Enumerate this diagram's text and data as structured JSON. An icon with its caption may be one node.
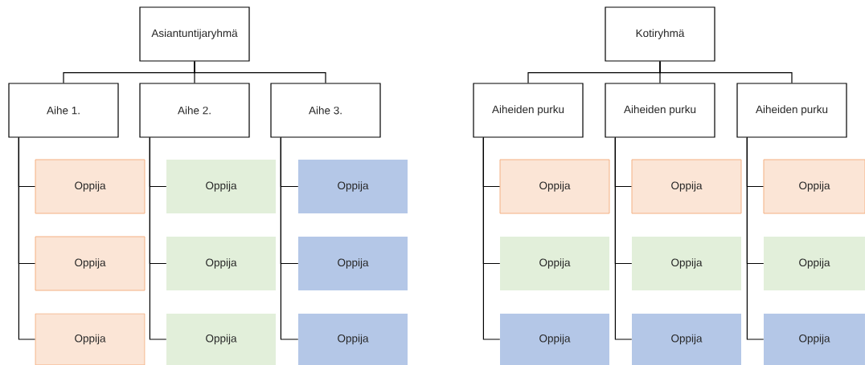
{
  "diagram": {
    "nodes": [
      {
        "text": [
          "Asiantuntijaryhmä"
        ]
      },
      {
        "text": [
          "Aihe 1."
        ]
      },
      {
        "text": [
          "Aihe 2."
        ]
      },
      {
        "text": [
          "Aihe 3."
        ]
      },
      {
        "text": [
          "Oppija"
        ]
      },
      {
        "text": [
          "Oppija"
        ]
      },
      {
        "text": [
          "Oppija"
        ]
      },
      {
        "text": [
          "Oppija"
        ]
      },
      {
        "text": [
          "Oppija"
        ]
      },
      {
        "text": [
          "Oppija"
        ]
      },
      {
        "text": [
          "Oppija"
        ]
      },
      {
        "text": [
          "Oppija"
        ]
      },
      {
        "text": [
          "Oppija"
        ]
      },
      {
        "text": [
          "Kotiryhmä"
        ]
      },
      {
        "text": [
          "Aiheiden purku"
        ]
      },
      {
        "text": [
          "Aiheiden purku"
        ]
      },
      {
        "text": [
          "Aiheiden purku"
        ]
      },
      {
        "text": [
          "Oppija"
        ]
      },
      {
        "text": [
          "Oppija"
        ]
      },
      {
        "text": [
          "Oppija"
        ]
      },
      {
        "text": [
          "Oppija"
        ]
      },
      {
        "text": [
          "Oppija"
        ]
      },
      {
        "text": [
          "Oppija"
        ]
      },
      {
        "text": [
          "Oppija"
        ]
      },
      {
        "text": [
          "Oppija"
        ]
      },
      {
        "text": [
          "Oppija"
        ]
      }
    ],
    "edges": [
      {
        "from": 0,
        "to": 1,
        "arrow": "none"
      },
      {
        "from": 0,
        "to": 2,
        "arrow": "none"
      },
      {
        "from": 0,
        "to": 3,
        "arrow": "none"
      },
      {
        "from": 1,
        "to": 4,
        "arrow": "none"
      },
      {
        "from": 2,
        "to": 5,
        "arrow": "none"
      },
      {
        "from": 3,
        "to": 6,
        "arrow": "none"
      },
      {
        "from": 1,
        "to": 7,
        "arrow": "none"
      },
      {
        "from": 2,
        "to": 8,
        "arrow": "none"
      },
      {
        "from": 3,
        "to": 9,
        "arrow": "none"
      },
      {
        "from": 1,
        "to": 10,
        "arrow": "none"
      },
      {
        "from": 2,
        "to": 11,
        "arrow": "none"
      },
      {
        "from": 3,
        "to": 12,
        "arrow": "none"
      },
      {
        "from": 13,
        "to": 14,
        "arrow": "none"
      },
      {
        "from": 13,
        "to": 15,
        "arrow": "none"
      },
      {
        "from": 13,
        "to": 16,
        "arrow": "none"
      },
      {
        "from": 14,
        "to": 17,
        "arrow": "none"
      },
      {
        "from": 15,
        "to": 18,
        "arrow": "none"
      },
      {
        "from": 16,
        "to": 19,
        "arrow": "none"
      },
      {
        "from": 14,
        "to": 20,
        "arrow": "none"
      },
      {
        "from": 15,
        "to": 21,
        "arrow": "none"
      },
      {
        "from": 16,
        "to": 22,
        "arrow": "none"
      },
      {
        "from": 14,
        "to": 23,
        "arrow": "none"
      },
      {
        "from": 15,
        "to": 24,
        "arrow": "none"
      },
      {
        "from": 16,
        "to": 25,
        "arrow": "none"
      }
    ]
  }
}
